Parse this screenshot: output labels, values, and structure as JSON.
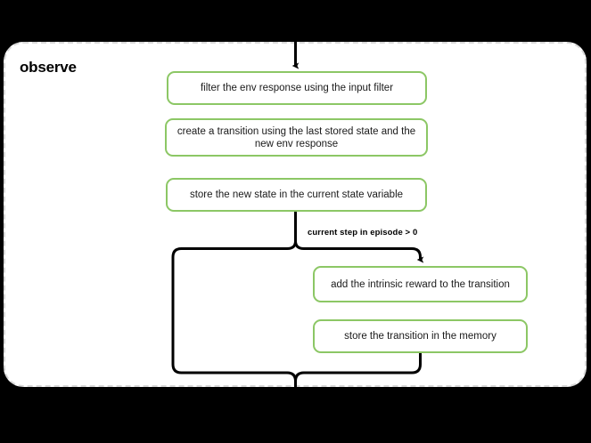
{
  "diagram": {
    "type": "flowchart",
    "title": "observe",
    "background_color": "#000000",
    "container_fill": "#ffffff",
    "container_border_color": "#d8d8d8",
    "node_border_color": "#8cc765",
    "connector_color": "#000000",
    "nodes": [
      {
        "id": "filter",
        "label": "filter the env response using the input filter"
      },
      {
        "id": "create",
        "label": "create a transition using the last stored state and the new env response"
      },
      {
        "id": "store_state",
        "label": "store the new state in the current state variable"
      },
      {
        "id": "intrinsic",
        "label": "add the intrinsic reward to the transition"
      },
      {
        "id": "store_mem",
        "label": "store the transition in the memory"
      }
    ],
    "edges": [
      {
        "id": "entry",
        "label": "",
        "from": "external",
        "to": "filter"
      },
      {
        "id": "branch",
        "label": "current step in episode > 0",
        "from": "store_state",
        "to": "intrinsic"
      },
      {
        "id": "bypass",
        "label": "",
        "from": "store_state",
        "to": "exit"
      },
      {
        "id": "exit",
        "label": "",
        "from": "store_mem",
        "to": "external"
      }
    ]
  }
}
